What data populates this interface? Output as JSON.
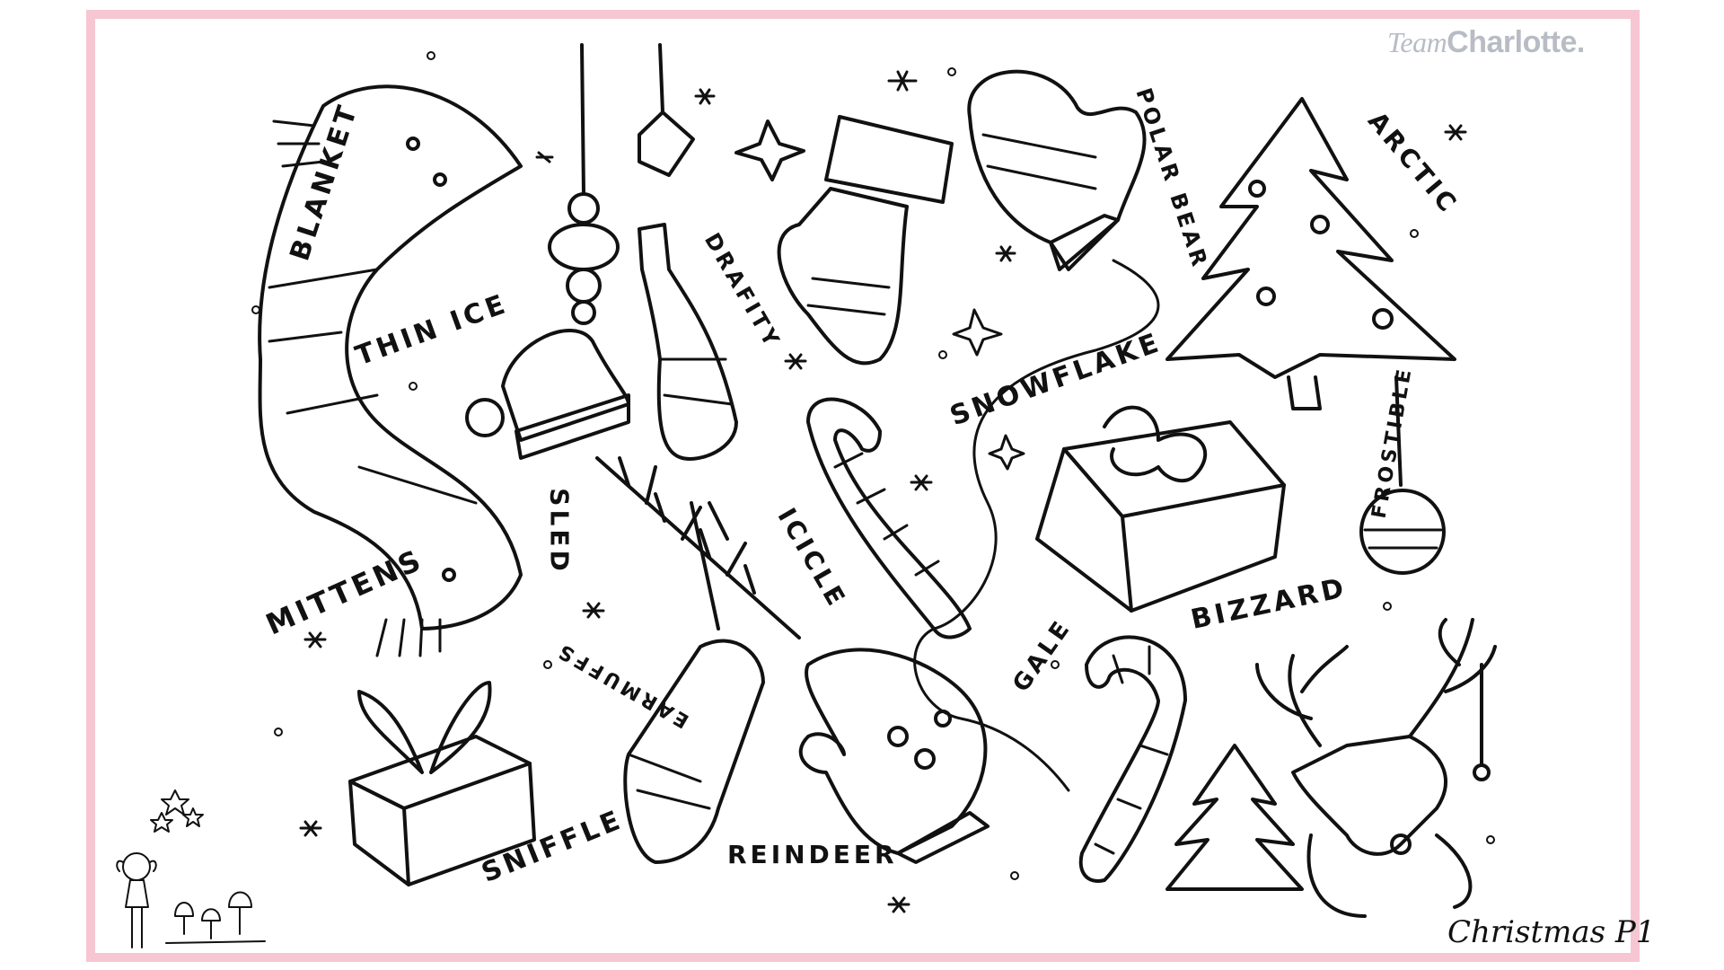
{
  "brand": {
    "team": "Team",
    "name": "Charlotte",
    "dot": "."
  },
  "footer": {
    "label": "Christmas P1"
  },
  "words": {
    "blanket": "BLANKET",
    "thin_ice": "THIN ICE",
    "mittens": "MITTENS",
    "sled": "SLED",
    "earmuffs": "EARMUFFS",
    "sniffle": "SNIFFLE",
    "drafity": "DRAFITY",
    "icicle": "ICICLE",
    "reindeer": "REINDEER",
    "snowflake": "SNOWFLAKE",
    "gale": "GALE",
    "polar_bear": "POLAR BEAR",
    "arctic": "ARCTIC",
    "frostible": "FROSTIBLE",
    "bizzard": "BIZZARD"
  },
  "colors": {
    "border": "#f6c6d3",
    "ink": "#111111",
    "brand": "#b8bcc4"
  }
}
